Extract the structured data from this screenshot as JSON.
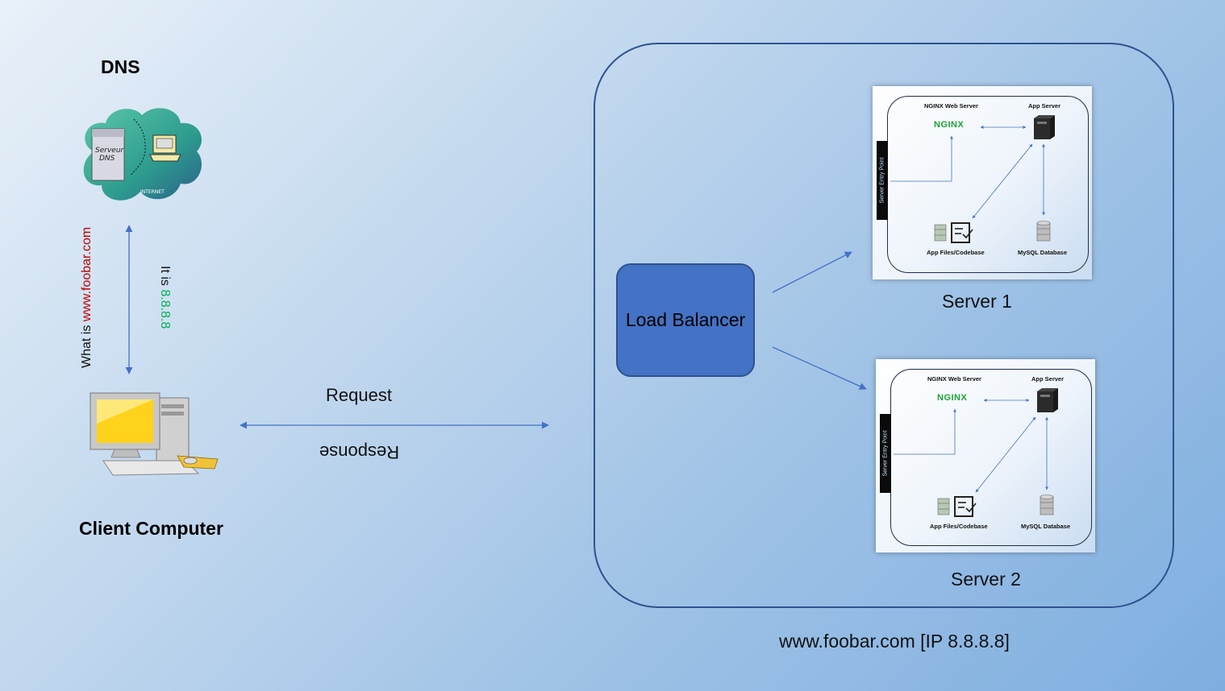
{
  "dns": {
    "title": "DNS",
    "cloud_server_label_1": "Serveur",
    "cloud_server_label_2": "DNS",
    "cloud_internet": "INTERNET"
  },
  "query": {
    "prefix": "What is ",
    "domain": "www.foobar.com",
    "domain_color": "#c00000"
  },
  "answer": {
    "prefix": "It is ",
    "ip": "8.8.8.8",
    "ip_color": "#00b050"
  },
  "client": {
    "label": "Client Computer"
  },
  "link": {
    "request": "Request",
    "response": "Response"
  },
  "load_balancer": {
    "label": "Load Balancer",
    "fill": "#4472c4"
  },
  "servers": [
    {
      "label": "Server 1",
      "entry": "Server Entry Point",
      "web_server": "NGINX Web Server",
      "nginx_logo": "NGINX",
      "app_server": "App Server",
      "app_files": "App Files/Codebase",
      "database": "MySQL Database"
    },
    {
      "label": "Server 2",
      "entry": "Server Entry Point",
      "web_server": "NGINX Web Server",
      "nginx_logo": "NGINX",
      "app_server": "App Server",
      "app_files": "App Files/Codebase",
      "database": "MySQL Database"
    }
  ],
  "site": {
    "label": "www.foobar.com [IP 8.8.8.8]"
  },
  "colors": {
    "arrow": "#4472c4",
    "outline": "#2f528f"
  }
}
